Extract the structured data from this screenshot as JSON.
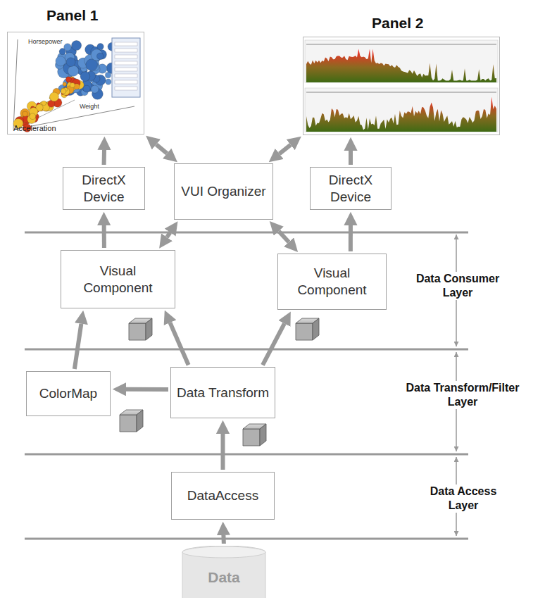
{
  "diagram": {
    "nodes": [
      {
        "text": [
          "Panel 1"
        ]
      },
      {
        "text": [
          "Panel 2"
        ]
      },
      {
        "text": [
          "DirectX Device"
        ]
      },
      {
        "text": [
          "VUI Organizer"
        ]
      },
      {
        "text": [
          "DirectX Device"
        ]
      },
      {
        "text": [
          "Visual Component"
        ]
      },
      {
        "text": [
          "Visual Component"
        ]
      },
      {
        "text": [
          "ColorMap"
        ]
      },
      {
        "text": [
          "Data Transform"
        ]
      },
      {
        "text": [
          "DataAccess"
        ]
      },
      {
        "text": [
          "Data"
        ]
      }
    ],
    "edges": [
      {
        "from": 2,
        "to": 0,
        "arrow": "to"
      },
      {
        "from": 4,
        "to": 1,
        "arrow": "to"
      },
      {
        "from": 3,
        "to": 0,
        "arrow": "both"
      },
      {
        "from": 3,
        "to": 1,
        "arrow": "both"
      },
      {
        "from": 3,
        "to": 5,
        "arrow": "both"
      },
      {
        "from": 3,
        "to": 6,
        "arrow": "both"
      },
      {
        "from": 5,
        "to": 2,
        "arrow": "to"
      },
      {
        "from": 6,
        "to": 4,
        "arrow": "to"
      },
      {
        "from": 7,
        "to": 5,
        "arrow": "to"
      },
      {
        "from": 8,
        "to": 5,
        "arrow": "to"
      },
      {
        "from": 8,
        "to": 6,
        "arrow": "to"
      },
      {
        "from": 8,
        "to": 7,
        "arrow": "to"
      },
      {
        "from": 9,
        "to": 8,
        "arrow": "to"
      },
      {
        "from": 10,
        "to": 9,
        "arrow": "to"
      }
    ],
    "labels": [
      "Horsepower",
      "Weight",
      "Acceleration",
      "Data Consumer Layer",
      "Data Transform/Filter Layer",
      "Data Access Layer"
    ]
  }
}
